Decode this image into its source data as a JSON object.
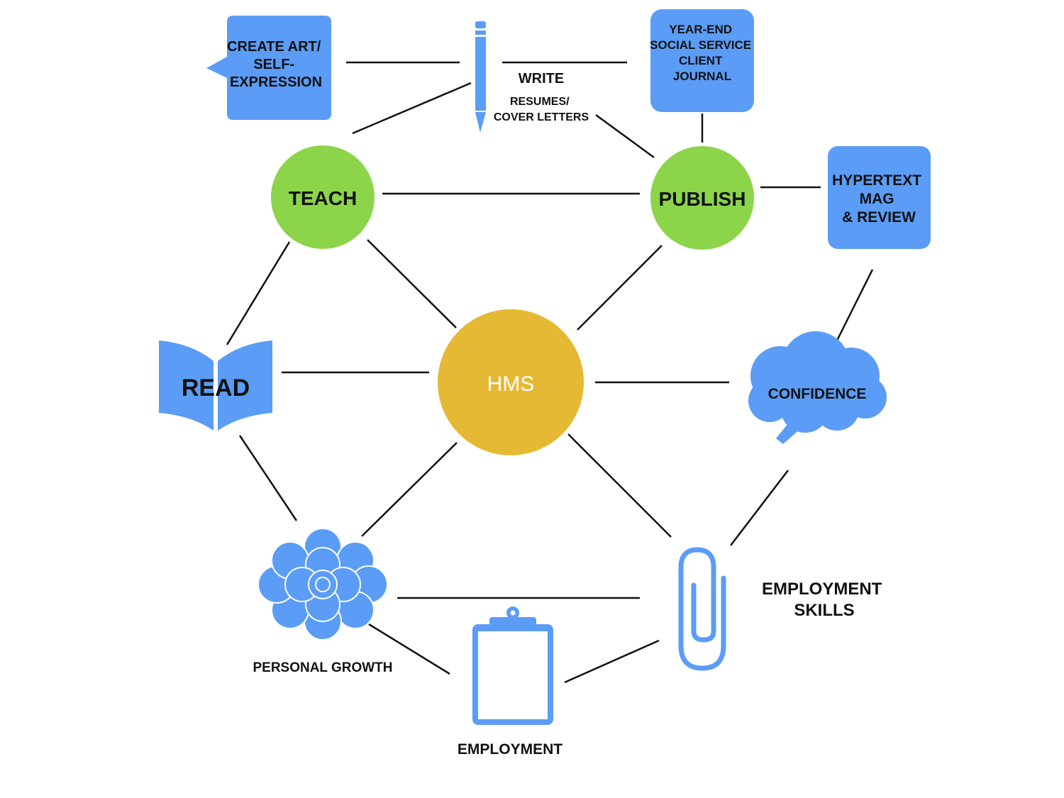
{
  "colors": {
    "blue": "#5b9cf6",
    "green": "#8cd44a",
    "gold": "#e6b934",
    "line": "#111111"
  },
  "nodes": {
    "hms": "HMS",
    "teach": "TEACH",
    "publish": "PUBLISH",
    "read": "READ",
    "confidence": "CONFIDENCE",
    "write": "WRITE",
    "resumes": [
      "RESUMES/",
      "COVER LETTERS"
    ],
    "create_art": [
      "CREATE ART/",
      "SELF-",
      "EXPRESSION"
    ],
    "journal": [
      "YEAR-END",
      "SOCIAL SERVICE",
      "CLIENT",
      "JOURNAL"
    ],
    "hypertext": [
      "HYPERTEXT",
      "MAG",
      "& REVIEW"
    ],
    "personal_growth": "PERSONAL GROWTH",
    "employment": "EMPLOYMENT",
    "employment_skills": [
      "EMPLOYMENT",
      "SKILLS"
    ]
  },
  "icons": {
    "pencil": "pencil-icon",
    "book": "open-book-icon",
    "flower": "flower-icon",
    "clipboard": "clipboard-icon",
    "paperclip": "paperclip-icon",
    "cloud": "thought-cloud-icon",
    "speech": "speech-bubble-icon"
  }
}
